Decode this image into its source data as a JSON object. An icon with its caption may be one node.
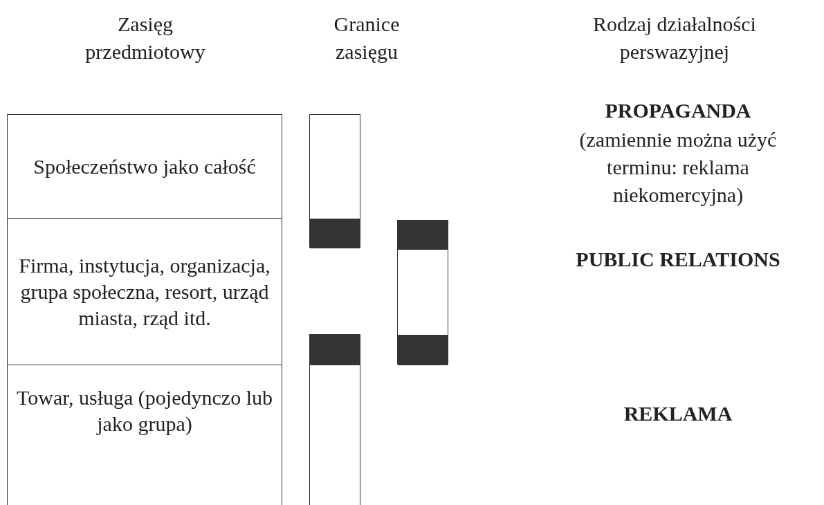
{
  "diagram": {
    "nodes": [
      {
        "text": [
          "Społeczeństwo jako całość"
        ]
      },
      {
        "text": [
          "Firma, instytucja, organizacja, grupa społeczna, resort, urząd miasta, rząd itd."
        ]
      },
      {
        "text": [
          "Towar, usługa (pojedynczo lub jako grupa)"
        ]
      },
      {
        "text": [],
        "shape": "bar"
      },
      {
        "text": [],
        "shape": "bar"
      },
      {
        "text": [],
        "shape": "bar"
      }
    ],
    "edges": [],
    "labels": [
      "Zasięg przedmiotowy",
      "Granice zasięgu",
      "Rodzaj działalności perswazyjnej",
      "PROPAGANDA",
      "(zamiennie można użyć terminu: reklama niekomercyjna)",
      "PUBLIC RELATIONS",
      "REKLAMA"
    ]
  }
}
